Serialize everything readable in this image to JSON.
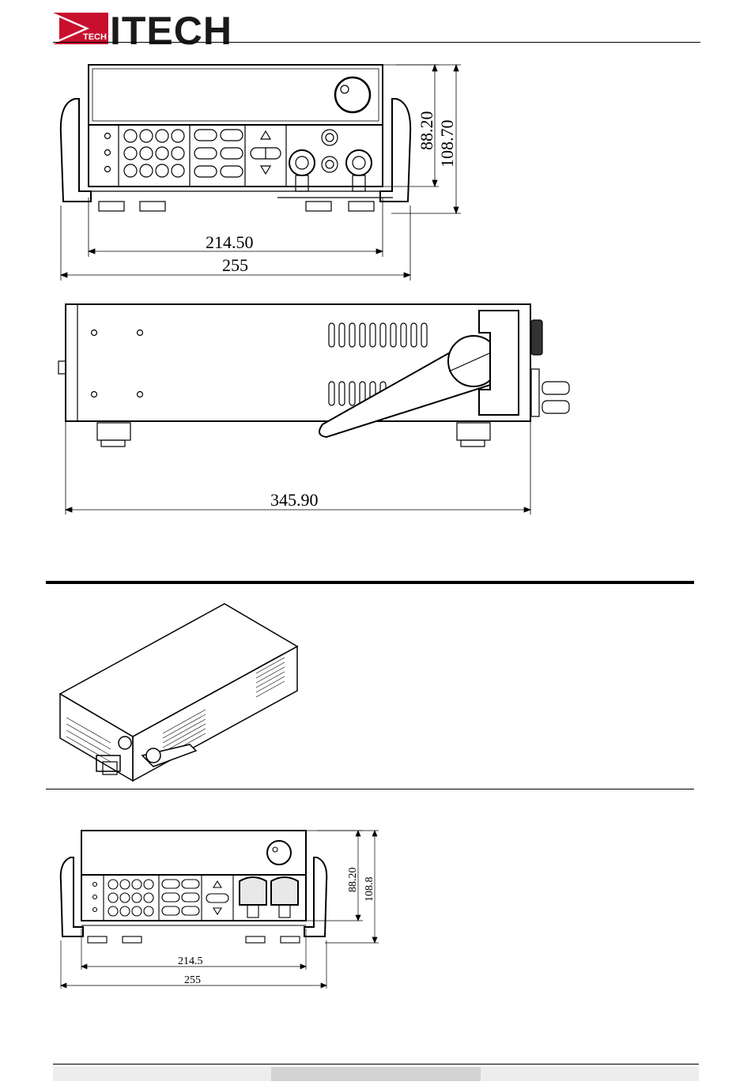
{
  "header": {
    "logo_main": "ITECH",
    "logo_sub": "TECH",
    "brand_color": "#c8102e"
  },
  "drawings": {
    "front_view_full": {
      "height_inner": "88.20",
      "height_total": "108.70",
      "width_inner": "214.50",
      "width_total": "255"
    },
    "side_view": {
      "depth": "345.90"
    },
    "front_view_alt": {
      "height_inner": "88.20",
      "height_total": "108.8",
      "width_inner": "214.5",
      "width_total": "255"
    }
  }
}
